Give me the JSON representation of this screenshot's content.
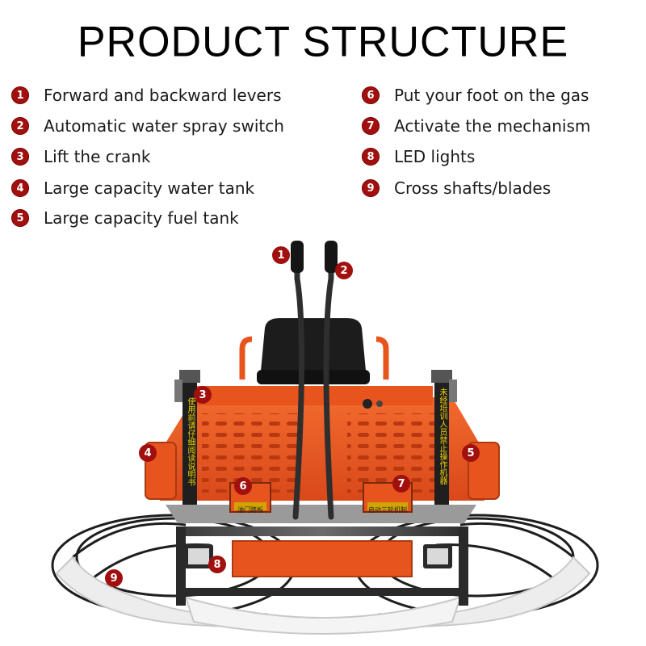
{
  "title": "PRODUCT STRUCTURE",
  "legend": [
    {
      "num": "1",
      "label": "Forward and backward levers"
    },
    {
      "num": "2",
      "label": "Automatic water spray switch"
    },
    {
      "num": "3",
      "label": "Lift the crank"
    },
    {
      "num": "4",
      "label": "Large capacity water tank"
    },
    {
      "num": "5",
      "label": "Large capacity fuel tank"
    },
    {
      "num": "6",
      "label": "Put your foot on the gas"
    },
    {
      "num": "7",
      "label": "Activate the mechanism"
    },
    {
      "num": "8",
      "label": "LED lights"
    },
    {
      "num": "9",
      "label": "Cross shafts/blades"
    }
  ],
  "callouts": [
    "1",
    "2",
    "3",
    "4",
    "5",
    "6",
    "7",
    "8",
    "9"
  ],
  "machine_text": {
    "left_post": "使用前请仔细阅读说明书",
    "right_post": "未经培训人员禁止操作机器",
    "left_pedal": "油门踏板",
    "right_pedal": "启动三轮机制"
  },
  "colors": {
    "accent": "#a1100e",
    "machine": "#e8541e",
    "frame": "#2a2a2a"
  }
}
